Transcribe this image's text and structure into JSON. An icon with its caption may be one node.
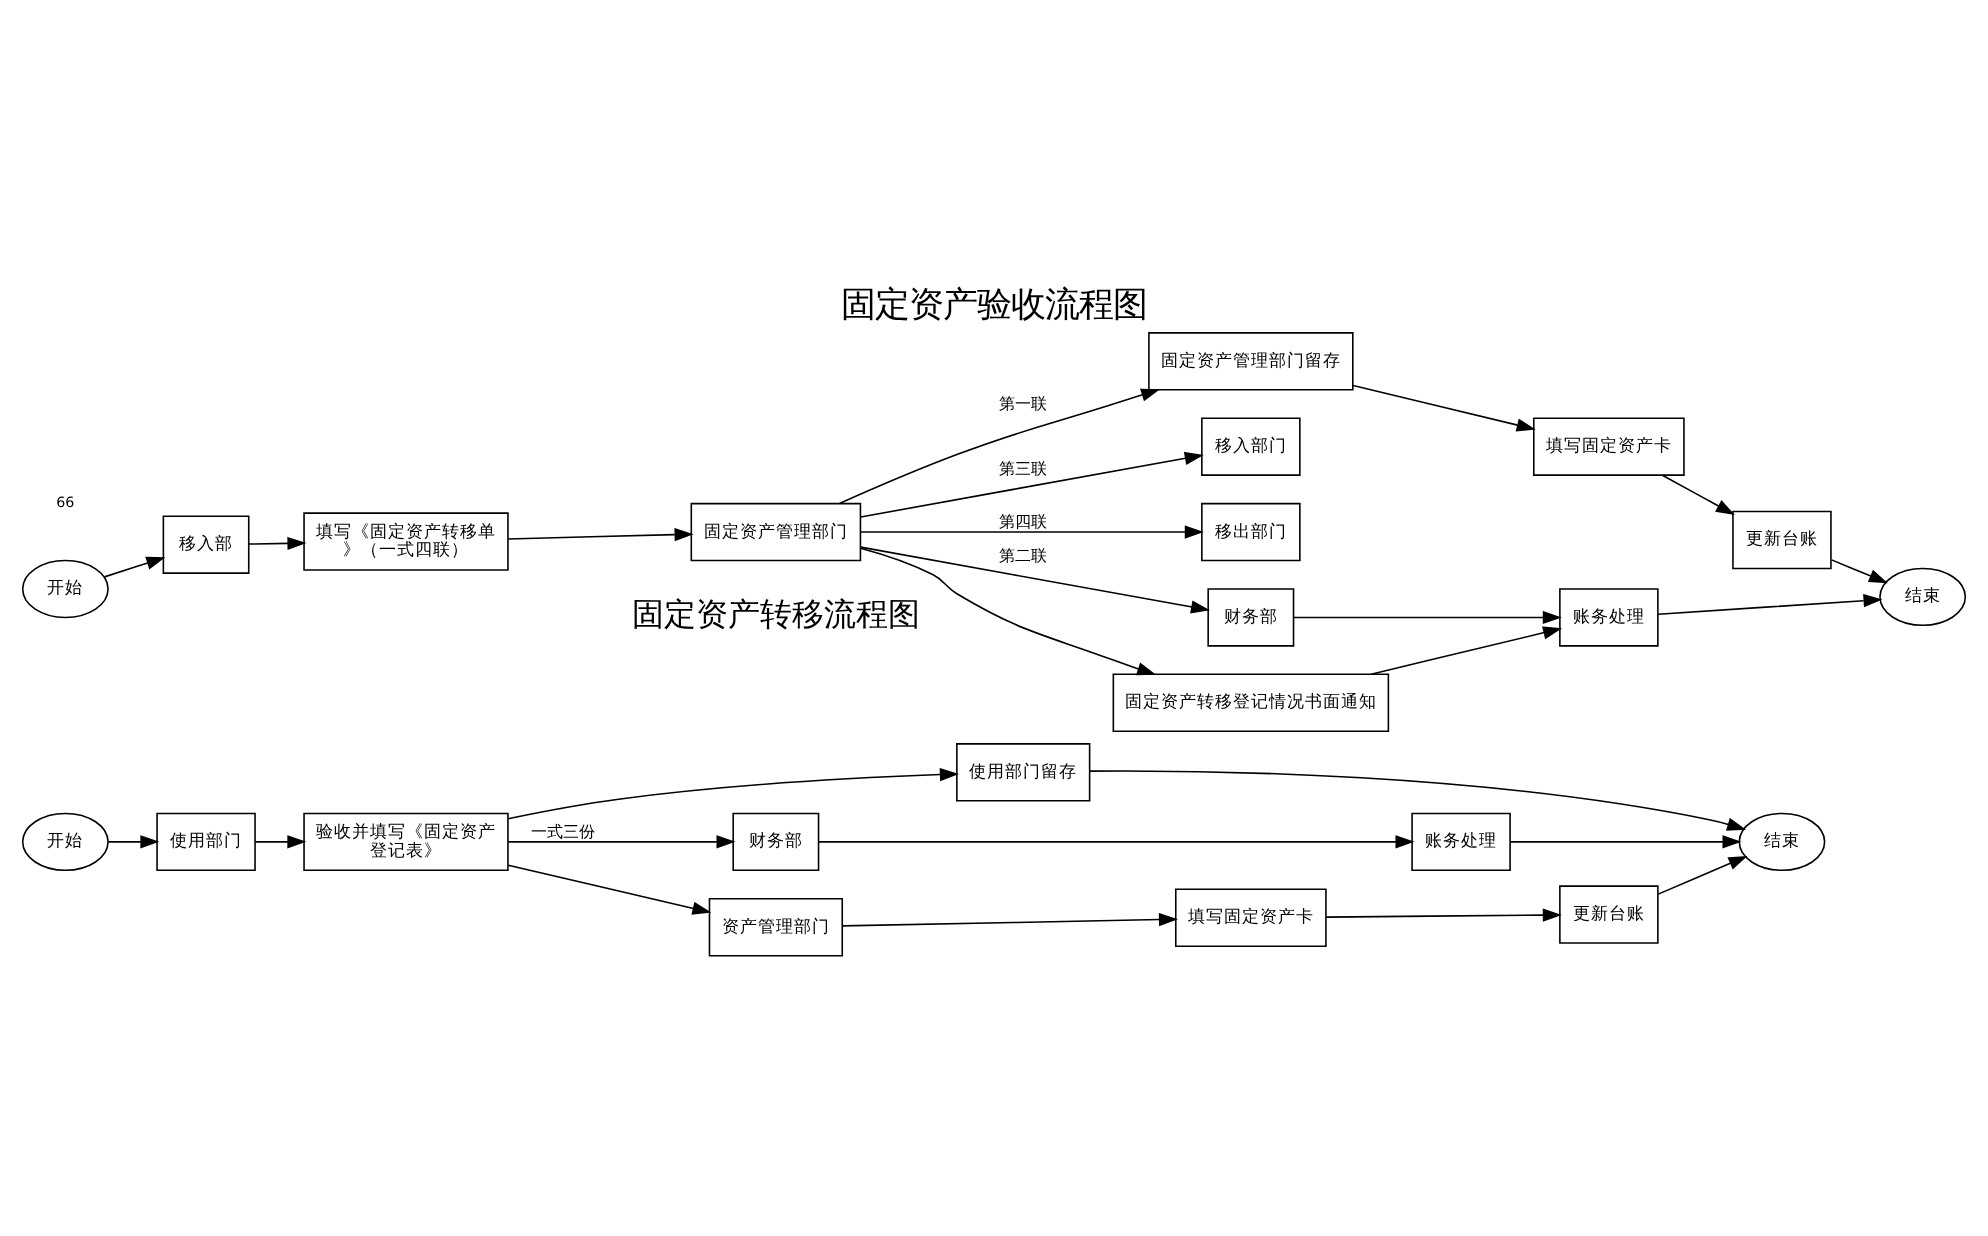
{
  "diagram": {
    "title": "固定资产验收流程图",
    "nodes": [
      {
        "text": [
          "开始"
        ]
      },
      {
        "text": [
          "使用部门"
        ]
      },
      {
        "text": [
          "验收并填写《固定资产登记表》"
        ]
      },
      {
        "text": [
          "使用部门留存"
        ]
      },
      {
        "text": [
          "财务部"
        ]
      },
      {
        "text": [
          "账务处理"
        ]
      },
      {
        "text": [
          "资产管理部门"
        ]
      },
      {
        "text": [
          "填写固定资产卡"
        ]
      },
      {
        "text": [
          "更新台账"
        ]
      },
      {
        "text": [
          "结束"
        ]
      },
      {
        "text": [
          "开始"
        ]
      },
      {
        "text": [
          "移入部"
        ]
      },
      {
        "text": [
          "填写《固定资产转移单》（一式四联）"
        ]
      },
      {
        "text": [
          "固定资产管理部门"
        ]
      },
      {
        "text": [
          "固定资产管理部门留存"
        ]
      },
      {
        "text": [
          "填写固定资产卡"
        ]
      },
      {
        "text": [
          "更新台账"
        ]
      },
      {
        "text": [
          "移入部门"
        ]
      },
      {
        "text": [
          "移出部门"
        ]
      },
      {
        "text": [
          "财务部"
        ]
      },
      {
        "text": [
          "账务处理"
        ]
      },
      {
        "text": [
          "固定资产转移登记情况书面通知"
        ]
      },
      {
        "text": [
          "结束"
        ]
      }
    ],
    "edges": [
      {
        "from": 0,
        "to": 1,
        "arrow": "to"
      },
      {
        "from": 1,
        "to": 2,
        "arrow": "to"
      },
      {
        "from": 2,
        "to": 3,
        "arrow": "to"
      },
      {
        "from": 2,
        "to": 4,
        "arrow": "to",
        "label": "一式三份"
      },
      {
        "from": 2,
        "to": 6,
        "arrow": "to"
      },
      {
        "from": 4,
        "to": 5,
        "arrow": "to"
      },
      {
        "from": 6,
        "to": 7,
        "arrow": "to"
      },
      {
        "from": 7,
        "to": 8,
        "arrow": "to"
      },
      {
        "from": 3,
        "to": 9,
        "arrow": "to"
      },
      {
        "from": 5,
        "to": 9,
        "arrow": "to"
      },
      {
        "from": 8,
        "to": 9,
        "arrow": "to"
      },
      {
        "from": 10,
        "to": 11,
        "arrow": "to"
      },
      {
        "from": 11,
        "to": 12,
        "arrow": "to"
      },
      {
        "from": 12,
        "to": 13,
        "arrow": "to"
      },
      {
        "from": 13,
        "to": 14,
        "arrow": "to",
        "label": "第一联"
      },
      {
        "from": 13,
        "to": 17,
        "arrow": "to",
        "label": "第三联"
      },
      {
        "from": 13,
        "to": 18,
        "arrow": "to",
        "label": "第四联"
      },
      {
        "from": 13,
        "to": 19,
        "arrow": "to",
        "label": "第二联"
      },
      {
        "from": 14,
        "to": 15,
        "arrow": "to"
      },
      {
        "from": 15,
        "to": 16,
        "arrow": "to"
      },
      {
        "from": 16,
        "to": 22,
        "arrow": "to"
      },
      {
        "from": 19,
        "to": 20,
        "arrow": "to"
      },
      {
        "from": 13,
        "to": 21,
        "arrow": "to"
      },
      {
        "from": 21,
        "to": 20,
        "arrow": "to"
      },
      {
        "from": 20,
        "to": 22,
        "arrow": "to"
      }
    ],
    "labels": [
      "固定资产转移流程图",
      "66"
    ]
  }
}
